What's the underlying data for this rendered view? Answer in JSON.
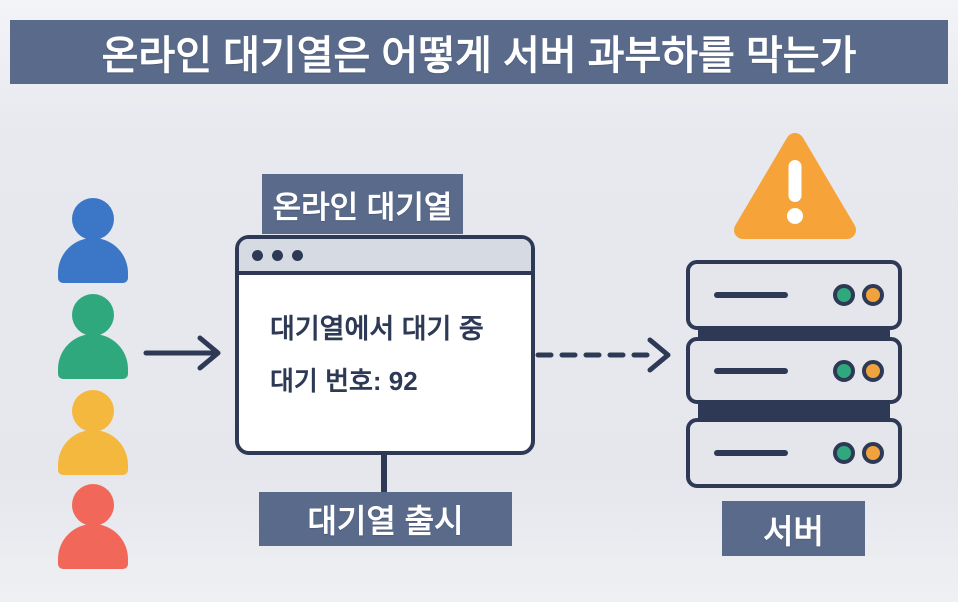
{
  "header": {
    "title": "온라인 대기열은 어떻게 서버 과부하를 막는가"
  },
  "users": {
    "colors": [
      "#3b77c6",
      "#2fa87d",
      "#f5b83e",
      "#f1685b"
    ]
  },
  "queue_window": {
    "badge_label": "온라인 대기열",
    "status_text": "대기열에서 대기 중",
    "ticket_text": "대기 번호: 92",
    "queue_number": 92,
    "launch_label": "대기열 출시"
  },
  "server": {
    "label": "서버",
    "unit_count": 3
  },
  "colors": {
    "slate": "#5a6a8b",
    "navy": "#2e3a55",
    "titlebar": "#d6dae3",
    "window_bg": "#ffffff",
    "server_fill": "#e4e6ec",
    "warning_orange": "#f6a33a",
    "led_green": "#2fa87d",
    "led_orange": "#f0a23c"
  }
}
